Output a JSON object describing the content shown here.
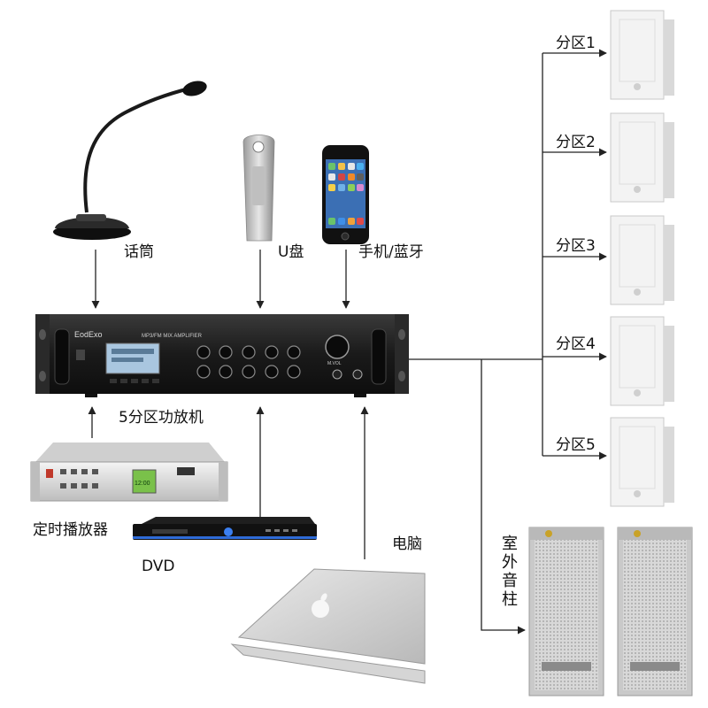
{
  "devices": {
    "microphone": "话筒",
    "usb": "U盘",
    "phone": "手机/蓝牙",
    "amplifier": "5分区功放机",
    "timer_player": "定时播放器",
    "dvd": "DVD",
    "laptop": "电脑"
  },
  "zones": [
    "分区1",
    "分区2",
    "分区3",
    "分区4",
    "分区5"
  ],
  "outdoor_column": [
    "室",
    "外",
    "音",
    "柱"
  ],
  "brand": "EodExo",
  "amp_model": "MP3/FM MIX AMPLIFIER",
  "amp_volume_label": "M.VOL",
  "timer_screen": "12:00",
  "colors": {
    "line": "#222222",
    "amp_body": "#1c1c1c",
    "speaker": "#f2f2f2"
  }
}
